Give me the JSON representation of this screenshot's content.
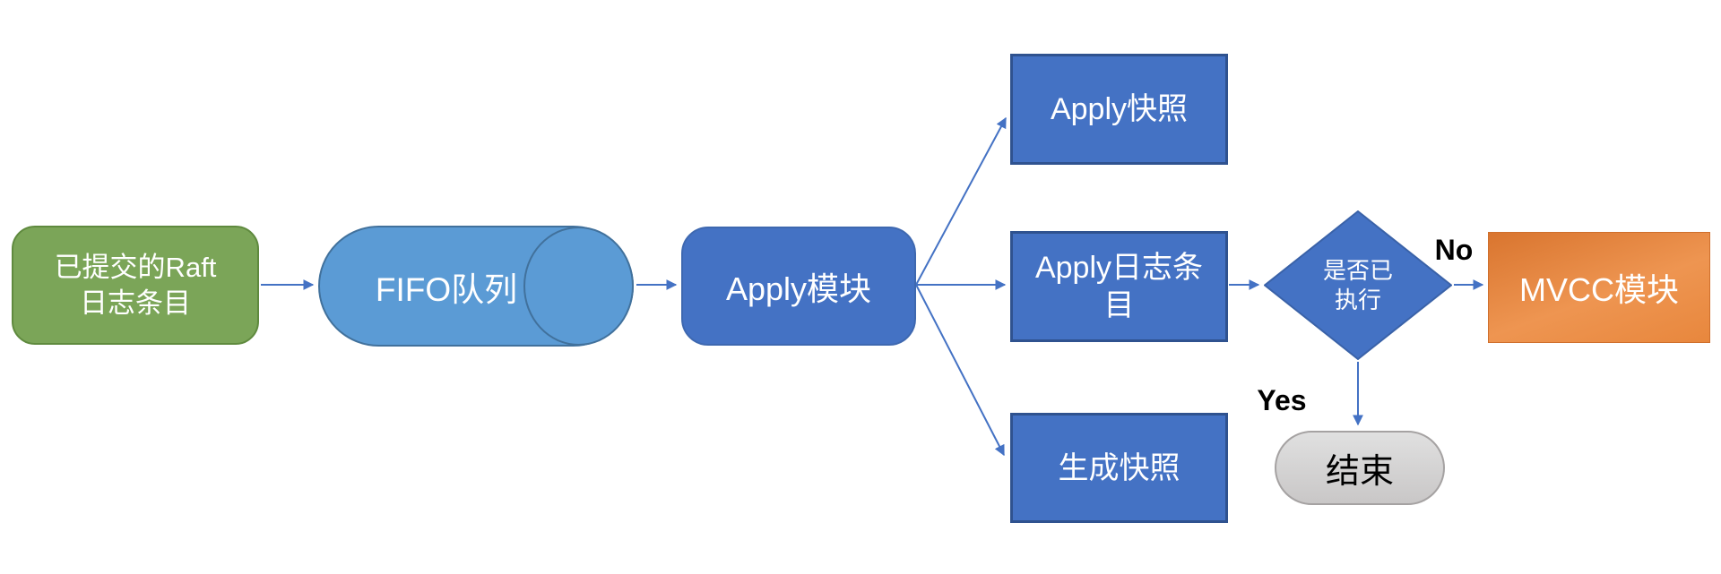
{
  "diagram": {
    "type": "flowchart",
    "background": "#ffffff",
    "arrow_color": "#4472c4",
    "nodes": {
      "committed_raft_entries": {
        "shape": "rounded-rectangle",
        "fill": "#7ba558",
        "border": "#5f8a3e",
        "text_color": "#ffffff",
        "lines": [
          "已提交的Raft",
          "日志条目"
        ]
      },
      "fifo_queue": {
        "shape": "cylinder",
        "fill": "#5b9bd5",
        "border": "#41719c",
        "text_color": "#ffffff",
        "lines": [
          "FIFO队列"
        ]
      },
      "apply_module": {
        "shape": "rounded-rectangle",
        "fill": "#4472c4",
        "text_color": "#ffffff",
        "lines": [
          "Apply模块"
        ]
      },
      "apply_snapshot": {
        "shape": "rectangle",
        "fill": "#4472c4",
        "border": "#2f528f",
        "text_color": "#ffffff",
        "lines": [
          "Apply快照"
        ]
      },
      "apply_log_entries": {
        "shape": "rectangle",
        "fill": "#4472c4",
        "border": "#2f528f",
        "text_color": "#ffffff",
        "lines": [
          "Apply日志条",
          "目"
        ]
      },
      "generate_snapshot": {
        "shape": "rectangle",
        "fill": "#4472c4",
        "border": "#2f528f",
        "text_color": "#ffffff",
        "lines": [
          "生成快照"
        ]
      },
      "is_executed_decision": {
        "shape": "diamond",
        "fill": "#4472c4",
        "text_color": "#ffffff",
        "lines": [
          "是否已",
          "执行"
        ]
      },
      "mvcc_module": {
        "shape": "rectangle",
        "fill": "#ed7d31",
        "text_color": "#ffffff",
        "lines": [
          "MVCC模块"
        ]
      },
      "end_terminator": {
        "shape": "terminator",
        "fill": "#d9d9d9",
        "border": "#a5a2a2",
        "text_color": "#000000",
        "lines": [
          "结束"
        ]
      }
    },
    "edge_labels": {
      "no": "No",
      "yes": "Yes"
    },
    "edges": [
      "committed_raft_entries -> fifo_queue",
      "fifo_queue -> apply_module",
      "apply_module -> apply_snapshot",
      "apply_module -> apply_log_entries",
      "apply_module -> generate_snapshot",
      "apply_log_entries -> is_executed_decision",
      "is_executed_decision -> mvcc_module (No)",
      "is_executed_decision -> end_terminator (Yes)"
    ]
  }
}
